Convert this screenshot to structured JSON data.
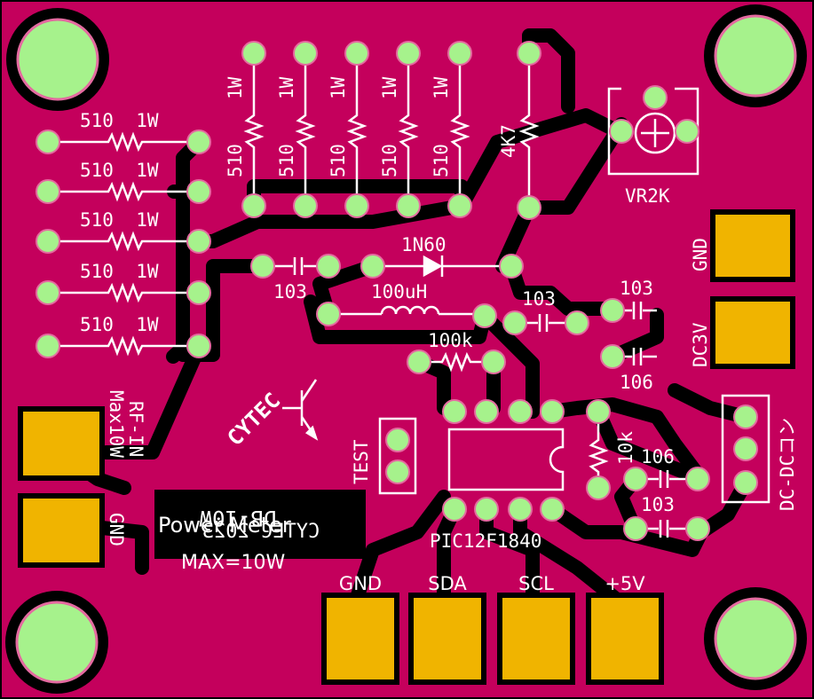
{
  "board": {
    "colors": {
      "board": "#c4005c",
      "trace": "#000000",
      "pad": "#a6f28c",
      "pad_ring": "#e46aa0",
      "gold": "#f0b400",
      "gold_line": "#fff17a",
      "silk": "#ffffff",
      "background": "#000000"
    }
  },
  "labels": {
    "resistor_row": [
      "510  1W",
      "510  1W",
      "510  1W",
      "510  1W",
      "510  1W"
    ],
    "vertical_res_values": [
      "510",
      "510",
      "510",
      "510",
      "510"
    ],
    "vertical_res_power": [
      "1W",
      "1W",
      "1W",
      "1W",
      "1W"
    ],
    "vr": "VR2K",
    "r4k7": "4K7",
    "diode": "1N60",
    "cap_103_a": "103",
    "inductor": "100uH",
    "cap_103_b": "103",
    "cap_103_c": "103",
    "r100k": "100k",
    "cap_106_a": "106",
    "r10k": "10k",
    "cap_106_b": "106",
    "cap_103_d": "103",
    "ic": "PIC12F1840",
    "test": "TEST",
    "gnd_top": "GND",
    "dc3v": "DC3V",
    "dcdc": "DC-DCコン",
    "rf_in": "RF-IN",
    "max10w": "Max10W",
    "gnd_left": "GND",
    "logo": "CYTEC",
    "mirrored_title": "DB-10W",
    "mirrored_year": "CYTEC 2023",
    "title": "Power Meter",
    "subtitle": "MAX=10W",
    "header_pins": [
      "GND",
      "SDA",
      "SCL",
      "+5V"
    ]
  }
}
